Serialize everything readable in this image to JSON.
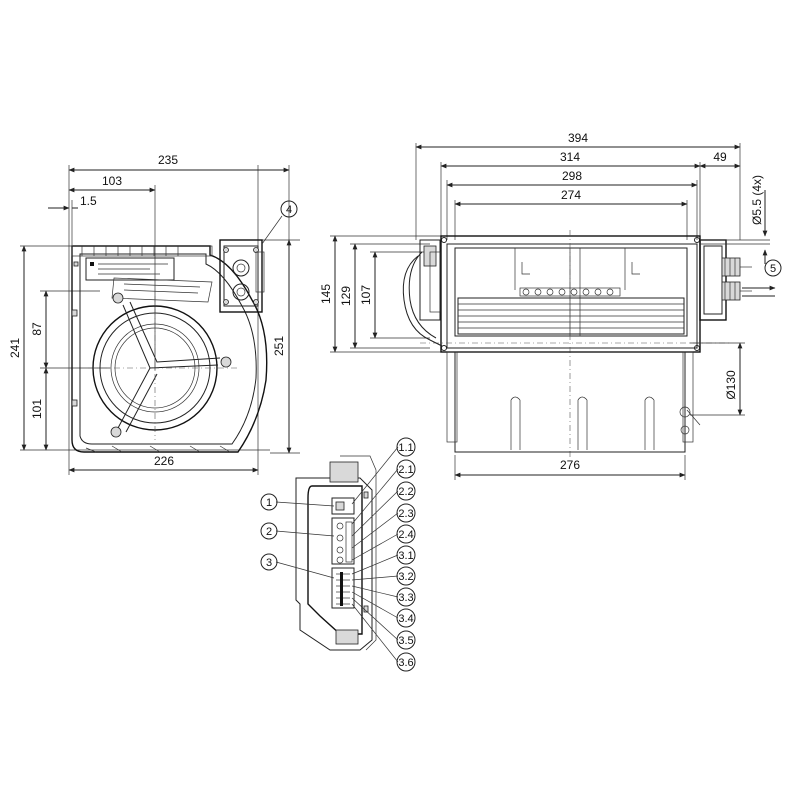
{
  "side_view": {
    "dims": {
      "width_overall": "235",
      "offset_top": "103",
      "offset_small": "1.5",
      "height_left": "241",
      "height_right": "251",
      "height_mid": "87",
      "height_low": "101",
      "width_bottom": "226"
    },
    "callouts": {
      "c4": "4"
    }
  },
  "front_view": {
    "dims": {
      "length_overall": "394",
      "length_314": "314",
      "length_49": "49",
      "length_298": "298",
      "length_274": "274",
      "height_145": "145",
      "height_129": "129",
      "height_107": "107",
      "hole": "Ø5.5 (4x)",
      "outlet": "Ø130",
      "width_bottom": "276"
    },
    "callouts": {
      "c5": "5"
    }
  },
  "connector_view": {
    "left_callouts": [
      "1",
      "2",
      "3"
    ],
    "right_callouts": [
      "1.1",
      "2.1",
      "2.2",
      "2.3",
      "2.4",
      "3.1",
      "3.2",
      "3.3",
      "3.4",
      "3.5",
      "3.6"
    ]
  }
}
